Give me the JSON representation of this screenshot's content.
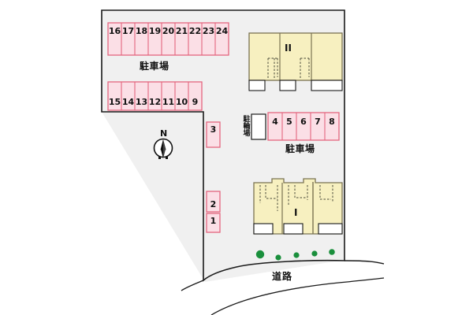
{
  "site": {
    "background_color": "#ffffff",
    "lot_fill": "#f0f0f0",
    "lot_stroke": "#1a1a1a",
    "stall_fill": "#fbdfe6",
    "stall_stroke": "#e4667f",
    "building_fill": "#f7f0c0",
    "building_stroke": "#7a7352",
    "white_fill": "#ffffff",
    "tree_color": "#1a8f3c",
    "text_color": "#111111"
  },
  "parking_area_top": {
    "label": "駐車場",
    "row_top": {
      "stalls": [
        "16",
        "17",
        "18",
        "19",
        "20",
        "21",
        "22",
        "23",
        "24"
      ]
    },
    "row_bottom": {
      "stalls": [
        "15",
        "14",
        "13",
        "12",
        "11",
        "10",
        "9"
      ]
    }
  },
  "parking_area_mid": {
    "label": "駐車場",
    "stalls": [
      "4",
      "5",
      "6",
      "7",
      "8"
    ]
  },
  "bicycle_parking": {
    "label": "駐輪場"
  },
  "parking_west_column": {
    "stalls": [
      "3",
      "2",
      "1"
    ]
  },
  "buildings": [
    {
      "name": "building-2",
      "label": "II"
    },
    {
      "name": "building-1",
      "label": "I"
    }
  ],
  "road": {
    "label": "道路"
  },
  "compass": {
    "label": "N"
  }
}
